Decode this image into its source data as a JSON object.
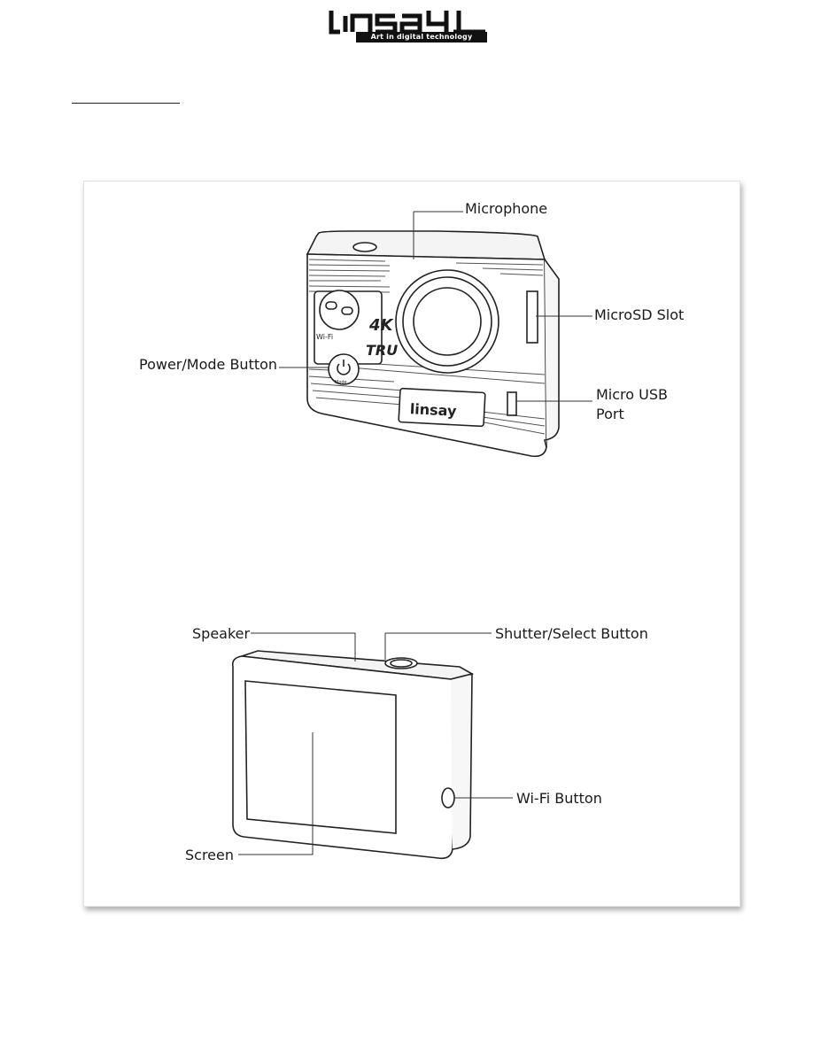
{
  "header": {
    "logo_text": "linsay",
    "tagline": "Art in digital technology"
  },
  "diagram": {
    "camera_front_labels": {
      "microphone": "Microphone",
      "microsd_slot": "MicroSD Slot",
      "power_mode_button": "Power/Mode Button",
      "micro_usb_port_line1": "Micro USB",
      "micro_usb_port_line2": "Port"
    },
    "camera_front_markings": {
      "wifi": "Wi-Fi",
      "resolution_badge": "4K",
      "true_badge": "TRU",
      "power_button_text": "Mode",
      "brand_plate": "linsay"
    },
    "camera_back_labels": {
      "speaker": "Speaker",
      "shutter_select_button": "Shutter/Select Button",
      "wifi_button": "Wi-Fi Button",
      "screen": "Screen"
    }
  }
}
